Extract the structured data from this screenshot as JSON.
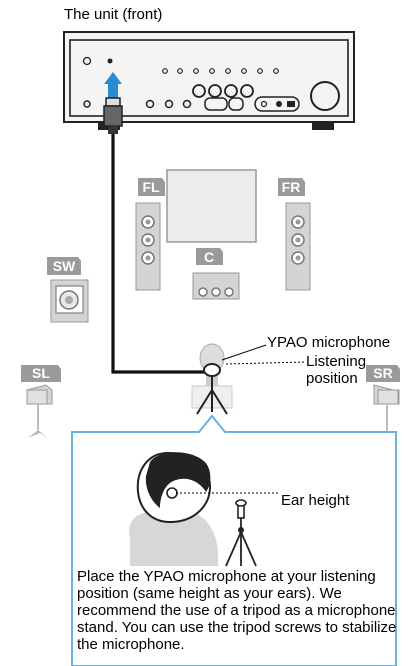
{
  "title": "The unit (front)",
  "speakers": {
    "front_left": "FL",
    "front_right": "FR",
    "center": "C",
    "subwoofer": "SW",
    "surround_left": "SL",
    "surround_right": "SR"
  },
  "labels": {
    "mic": "YPAO microphone",
    "listening_line1": "Listening",
    "listening_line2": "position",
    "ear_height": "Ear height"
  },
  "caption": "Place the YPAO microphone at your listening position (same height as your ears). We recommend the use of a tripod as a microphone stand. You can use the tripod screws to stabilize the microphone.",
  "colors": {
    "speaker_badge": "#9a9a9a",
    "arrow": "#2a8ad4",
    "callout_border": "#6ab0e0",
    "cable": "#111111"
  }
}
